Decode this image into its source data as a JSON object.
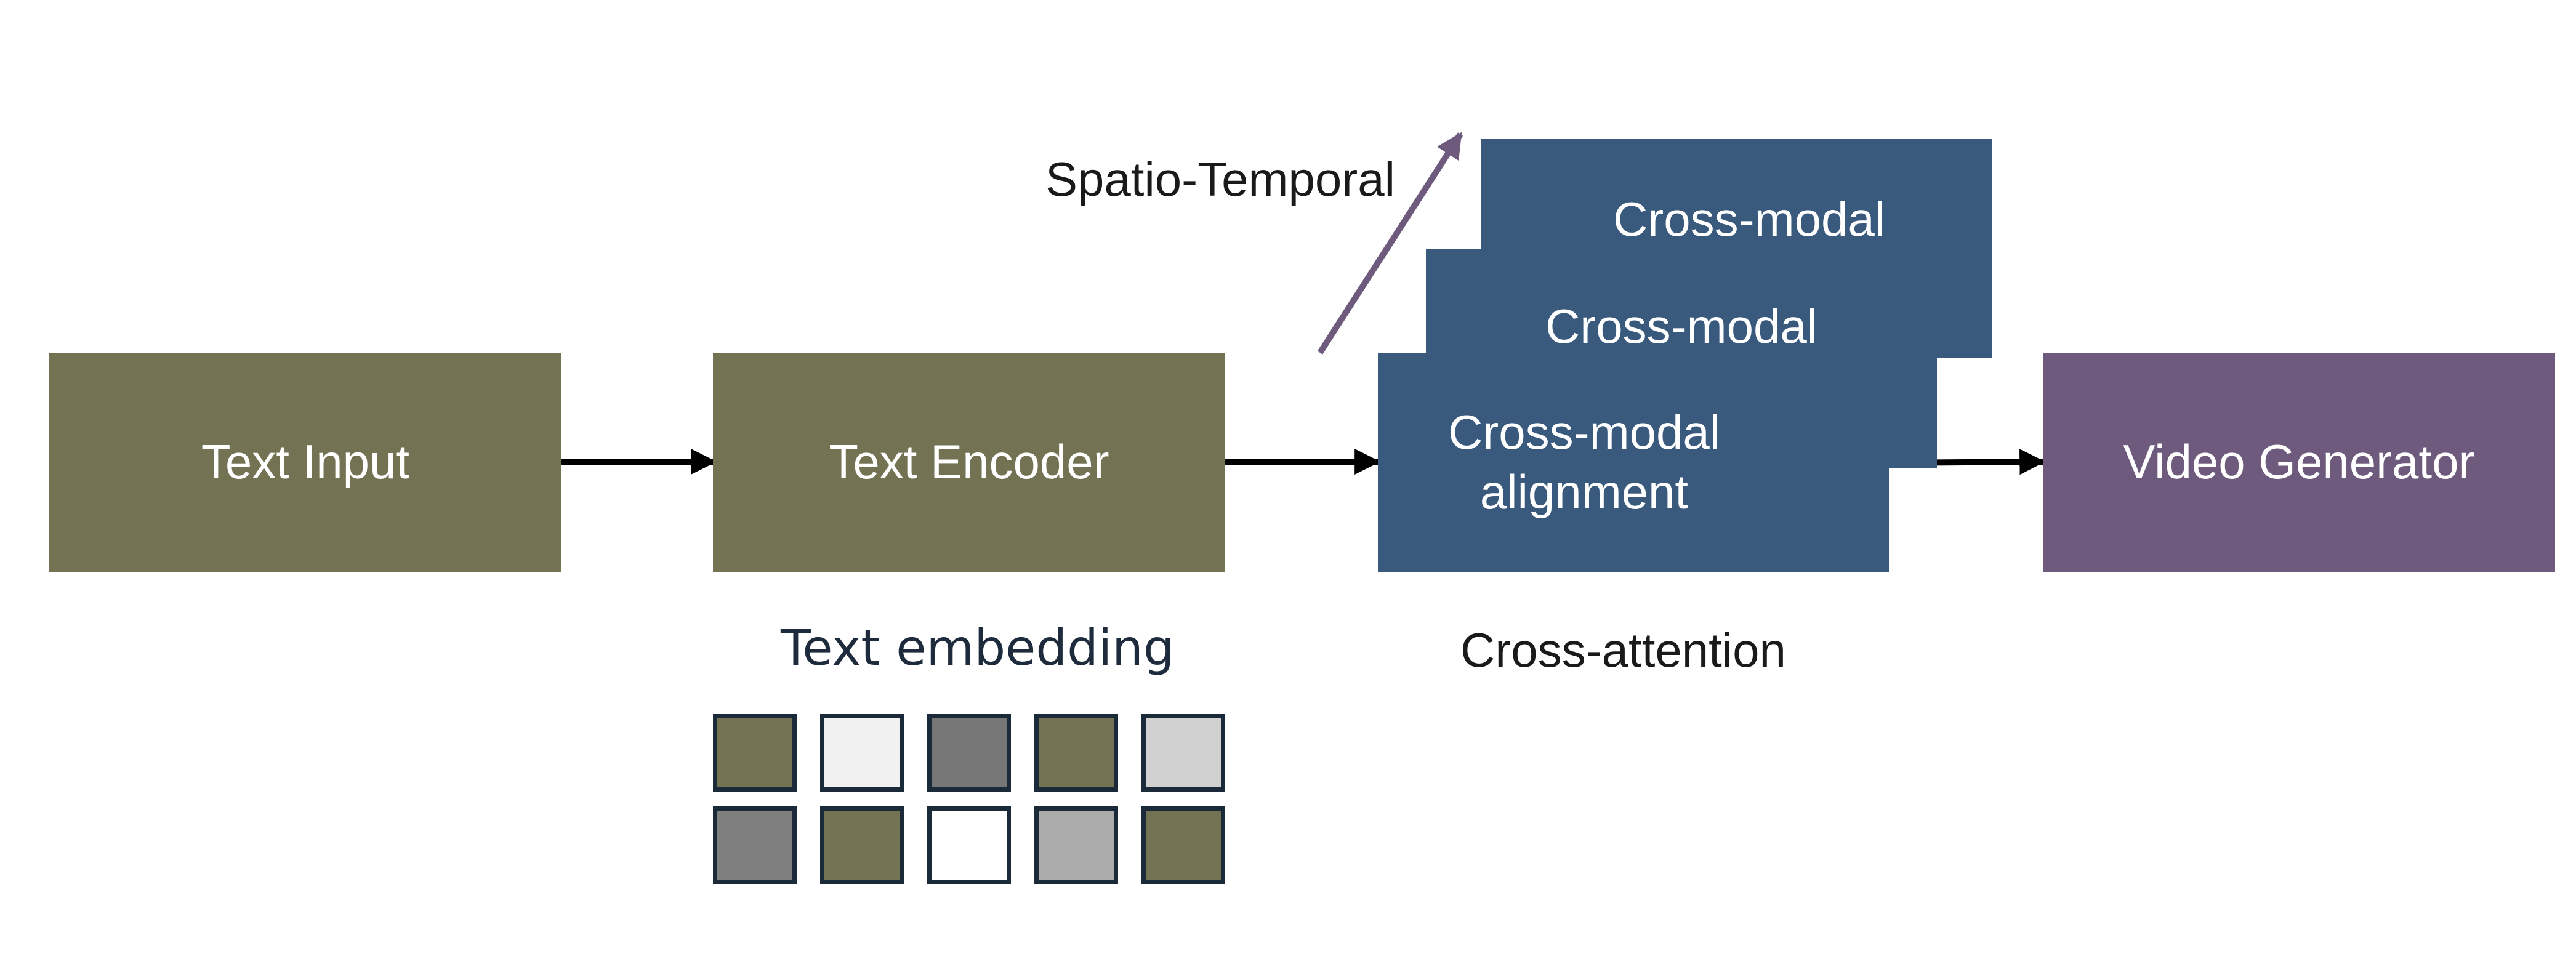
{
  "nodes": {
    "text_input": "Text Input",
    "text_encoder": "Text Encoder",
    "cross_modal_back": "Cross-modal",
    "cross_modal_mid": "Cross-modal",
    "cross_modal_front_line1": "Cross-modal",
    "cross_modal_front_line2": "alignment",
    "video_generator": "Video Generator"
  },
  "labels": {
    "spatio_temporal": "Spatio-Temporal",
    "text_embedding": "Text embedding",
    "cross_attention": "Cross-attention"
  },
  "colors": {
    "olive": "#737354",
    "blue": "#3a5a7d",
    "purple": "#6e5a7c",
    "diagonal_arrow": "#6e5a7c",
    "arrow": "#000000"
  },
  "embedding_grid": [
    [
      "#737354",
      "#f1f1f1",
      "#777777",
      "#737354",
      "#d1d1d1"
    ],
    [
      "#7f7f7f",
      "#737354",
      "#ffffff",
      "#ababab",
      "#737354"
    ]
  ]
}
